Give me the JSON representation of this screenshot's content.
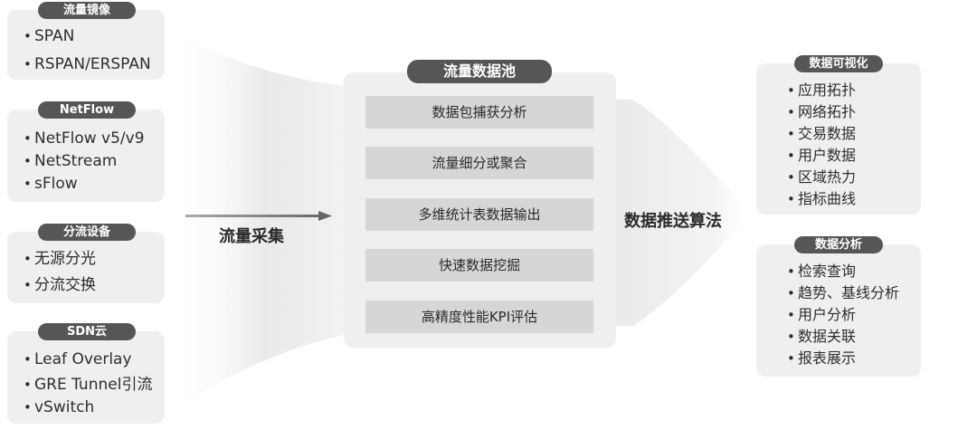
{
  "sources": [
    {
      "title": "流量镜像",
      "items": [
        "SPAN",
        "RSPAN/ERSPAN"
      ]
    },
    {
      "title": "NetFlow",
      "items": [
        "NetFlow v5/v9",
        "NetStream",
        "sFlow"
      ]
    },
    {
      "title": "分流设备",
      "items": [
        "无源分光",
        "分流交换"
      ]
    },
    {
      "title": "SDN云",
      "items": [
        "Leaf Overlay",
        "GRE Tunnel引流",
        "vSwitch"
      ]
    }
  ],
  "collect_label": "流量采集",
  "pool": {
    "title": "流量数据池",
    "items": [
      "数据包捕获分析",
      "流量细分或聚合",
      "多维统计表数据输出",
      "快速数据挖掘",
      "高精度性能KPI评估"
    ]
  },
  "push_label": "数据推送算法",
  "outputs": [
    {
      "title": "数据可视化",
      "items": [
        "应用拓扑",
        "网络拓扑",
        "交易数据",
        "用户数据",
        "区域热力",
        "指标曲线"
      ]
    },
    {
      "title": "数据分析",
      "items": [
        "检索查询",
        "趋势、基线分析",
        "用户分析",
        "数据关联",
        "报表展示"
      ]
    }
  ],
  "bullet": "•",
  "colors": {
    "box_bg": "#efefef",
    "pill_bg": "#565656",
    "bar_bg": "#d6d6d6",
    "arrow": "#666666"
  }
}
